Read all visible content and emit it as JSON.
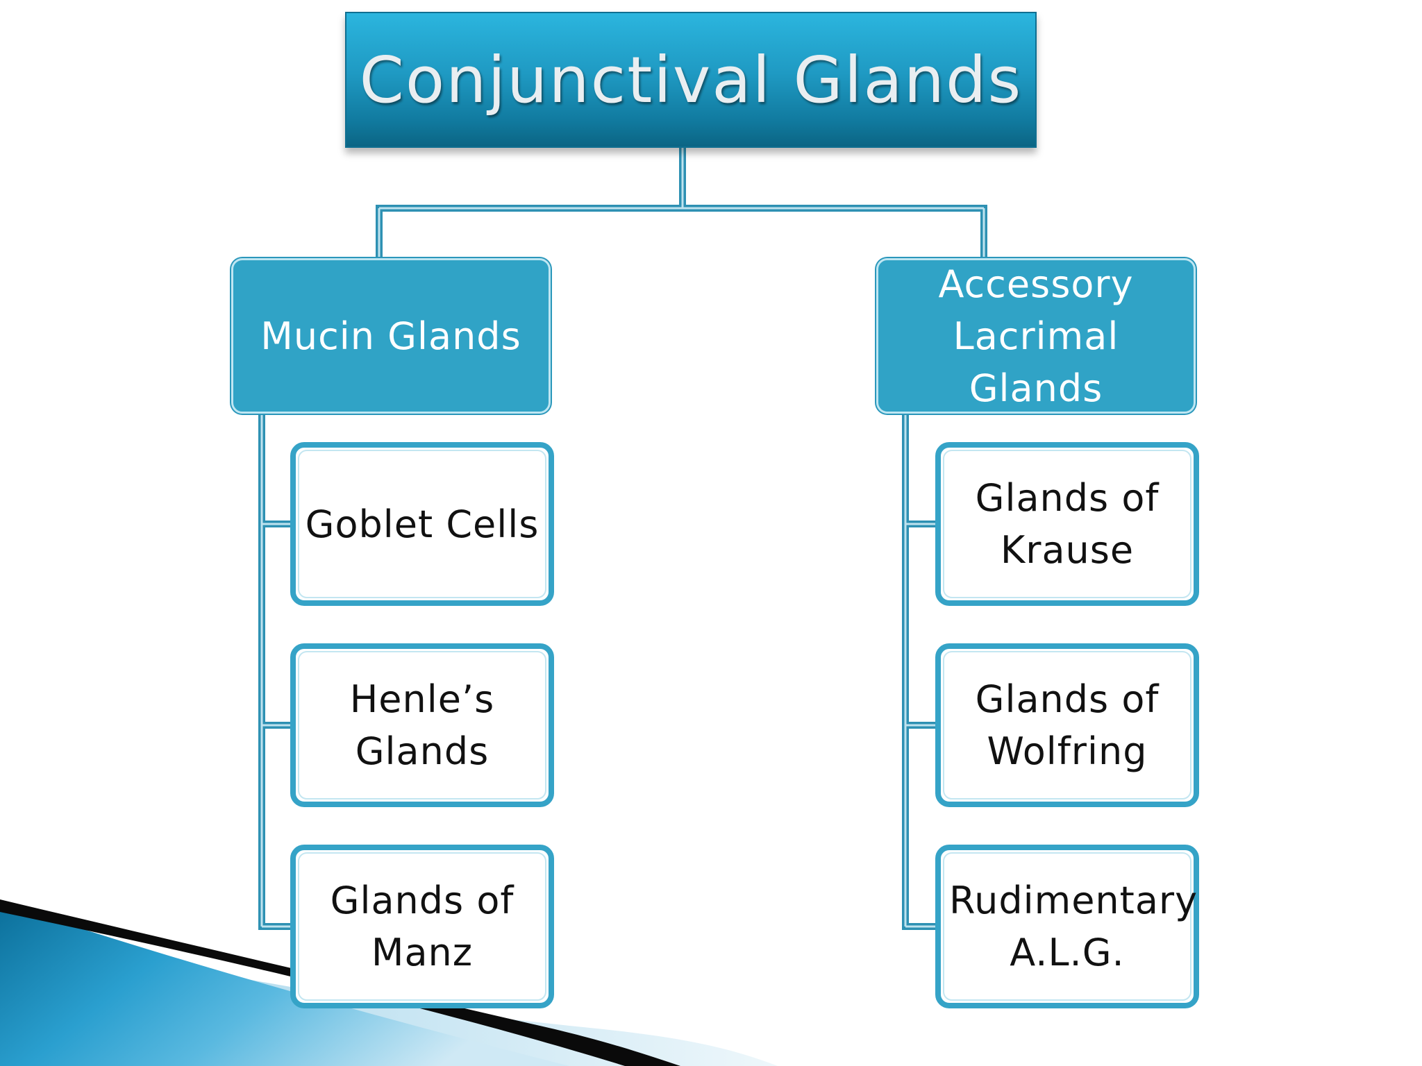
{
  "diagram": {
    "title": "Conjunctival Glands",
    "branches": [
      {
        "label": "Mucin Glands",
        "children": [
          "Goblet Cells",
          "Henle’s Glands",
          "Glands of Manz"
        ]
      },
      {
        "label": "Accessory Lacrimal Glands",
        "children": [
          "Glands of Krause",
          "Glands of Wolfring",
          "Rudimentary A.L.G."
        ]
      }
    ]
  },
  "colors": {
    "title_gradient_top": "#2bb5de",
    "title_gradient_bottom": "#0b6584",
    "branch_fill": "#30a3c6",
    "connector": "#2e91b3",
    "leaf_border": "#35a3c7"
  }
}
